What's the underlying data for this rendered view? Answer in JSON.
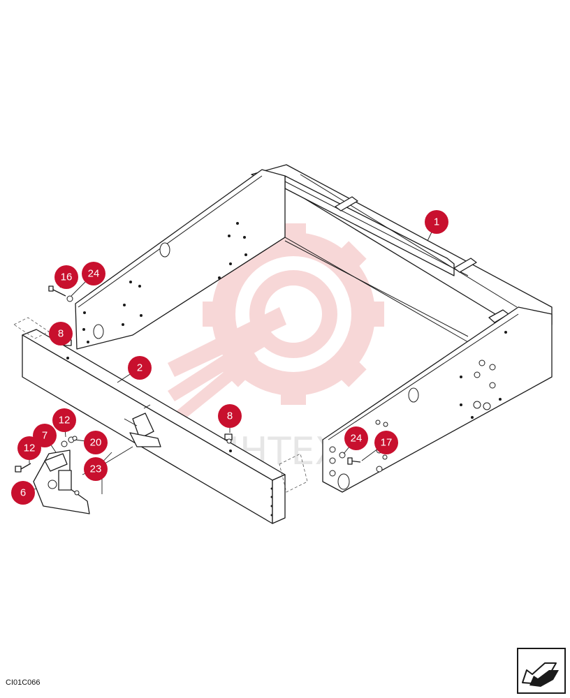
{
  "drawing_code": "CI01C066",
  "watermark_text": "ИНТЕХ",
  "callouts": [
    "1",
    "2",
    "8",
    "8",
    "16",
    "24",
    "24",
    "17",
    "12",
    "12",
    "7",
    "20",
    "23",
    "6"
  ],
  "colors": {
    "callout": "#c8102e",
    "watermark": "#f2b8b8",
    "line": "#1a1a1a"
  },
  "icons": [
    "next-page-arrow-icon",
    "gear-wrench-watermark-icon"
  ]
}
